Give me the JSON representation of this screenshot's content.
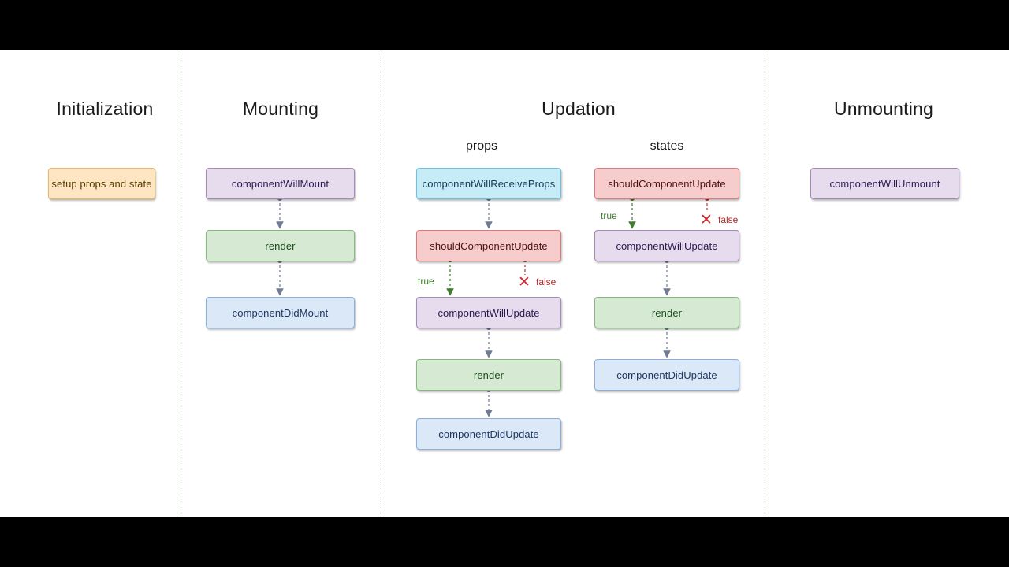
{
  "phases": {
    "initialization": "Initialization",
    "mounting": "Mounting",
    "updation": "Updation",
    "unmounting": "Unmounting"
  },
  "updation_sub": {
    "props": "props",
    "states": "states"
  },
  "initialization": {
    "setup": "setup props and state"
  },
  "mounting": {
    "will_mount": "componentWillMount",
    "render": "render",
    "did_mount": "componentDidMount"
  },
  "props_flow": {
    "will_receive_props": "componentWillReceiveProps",
    "should_update": "shouldComponentUpdate",
    "will_update": "componentWillUpdate",
    "render": "render",
    "did_update": "componentDidUpdate",
    "true_label": "true",
    "false_label": "false"
  },
  "states_flow": {
    "should_update": "shouldComponentUpdate",
    "will_update": "componentWillUpdate",
    "render": "render",
    "did_update": "componentDidUpdate",
    "true_label": "true",
    "false_label": "false"
  },
  "unmounting": {
    "will_unmount": "componentWillUnmount"
  },
  "colors": {
    "connector": "#6e7b93",
    "true_edge": "#3e7d2b",
    "false_edge": "#c2323a",
    "divider": "#8fa98a"
  }
}
